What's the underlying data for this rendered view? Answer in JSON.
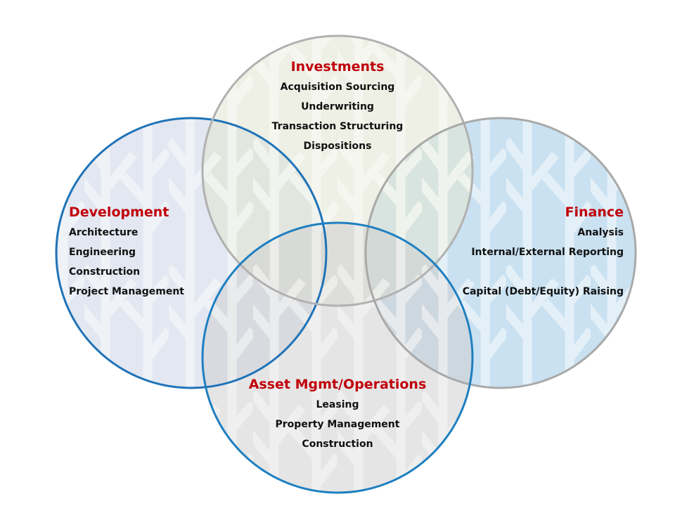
{
  "colors": {
    "title": "#c0000b",
    "text": "#111111",
    "development_fill": "#dde3ee",
    "development_stroke": "#1f73b8",
    "investments_fill": "#e3e6d4",
    "investments_stroke": "#b1b1b1",
    "finance_fill": "#bfdcee",
    "finance_stroke": "#a9a9a9",
    "asset_fill": "#cfcfcf",
    "asset_stroke": "#1e7fc1"
  },
  "circles": {
    "investments": {
      "title": "Investments",
      "items": [
        "Acquisition Sourcing",
        "Underwriting",
        "Transaction Structuring",
        "Dispositions"
      ]
    },
    "development": {
      "title": "Development",
      "items": [
        "Architecture",
        "Engineering",
        "Construction",
        "Project Management"
      ]
    },
    "finance": {
      "title": "Finance",
      "items": [
        "Analysis",
        "Internal/External Reporting",
        "Capital (Debt/Equity) Raising"
      ]
    },
    "asset": {
      "title": "Asset Mgmt/Operations",
      "items": [
        "Leasing",
        "Property Management",
        "Construction"
      ]
    }
  }
}
